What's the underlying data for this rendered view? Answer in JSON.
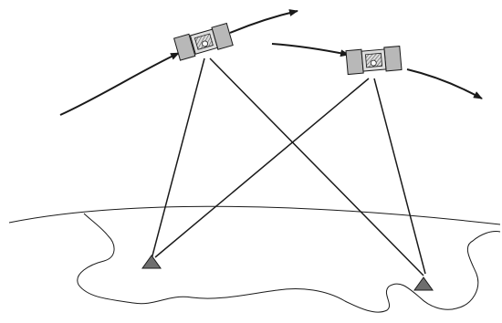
{
  "diagram": {
    "background": "#ffffff",
    "line_color": "#1a1a1a",
    "panel_fill": "#b8b8b8",
    "body_fill": "#dcdcdc",
    "body_pattern_color": "#555555",
    "station_fill": "#6e6e6e",
    "satellites": [
      "satellite-a",
      "satellite-b"
    ],
    "stations": [
      "ground-station-left",
      "ground-station-right"
    ],
    "links": [
      {
        "from": "satellite-a",
        "to": "ground-station-left"
      },
      {
        "from": "satellite-a",
        "to": "ground-station-right"
      },
      {
        "from": "satellite-b",
        "to": "ground-station-left"
      },
      {
        "from": "satellite-b",
        "to": "ground-station-right"
      }
    ]
  }
}
